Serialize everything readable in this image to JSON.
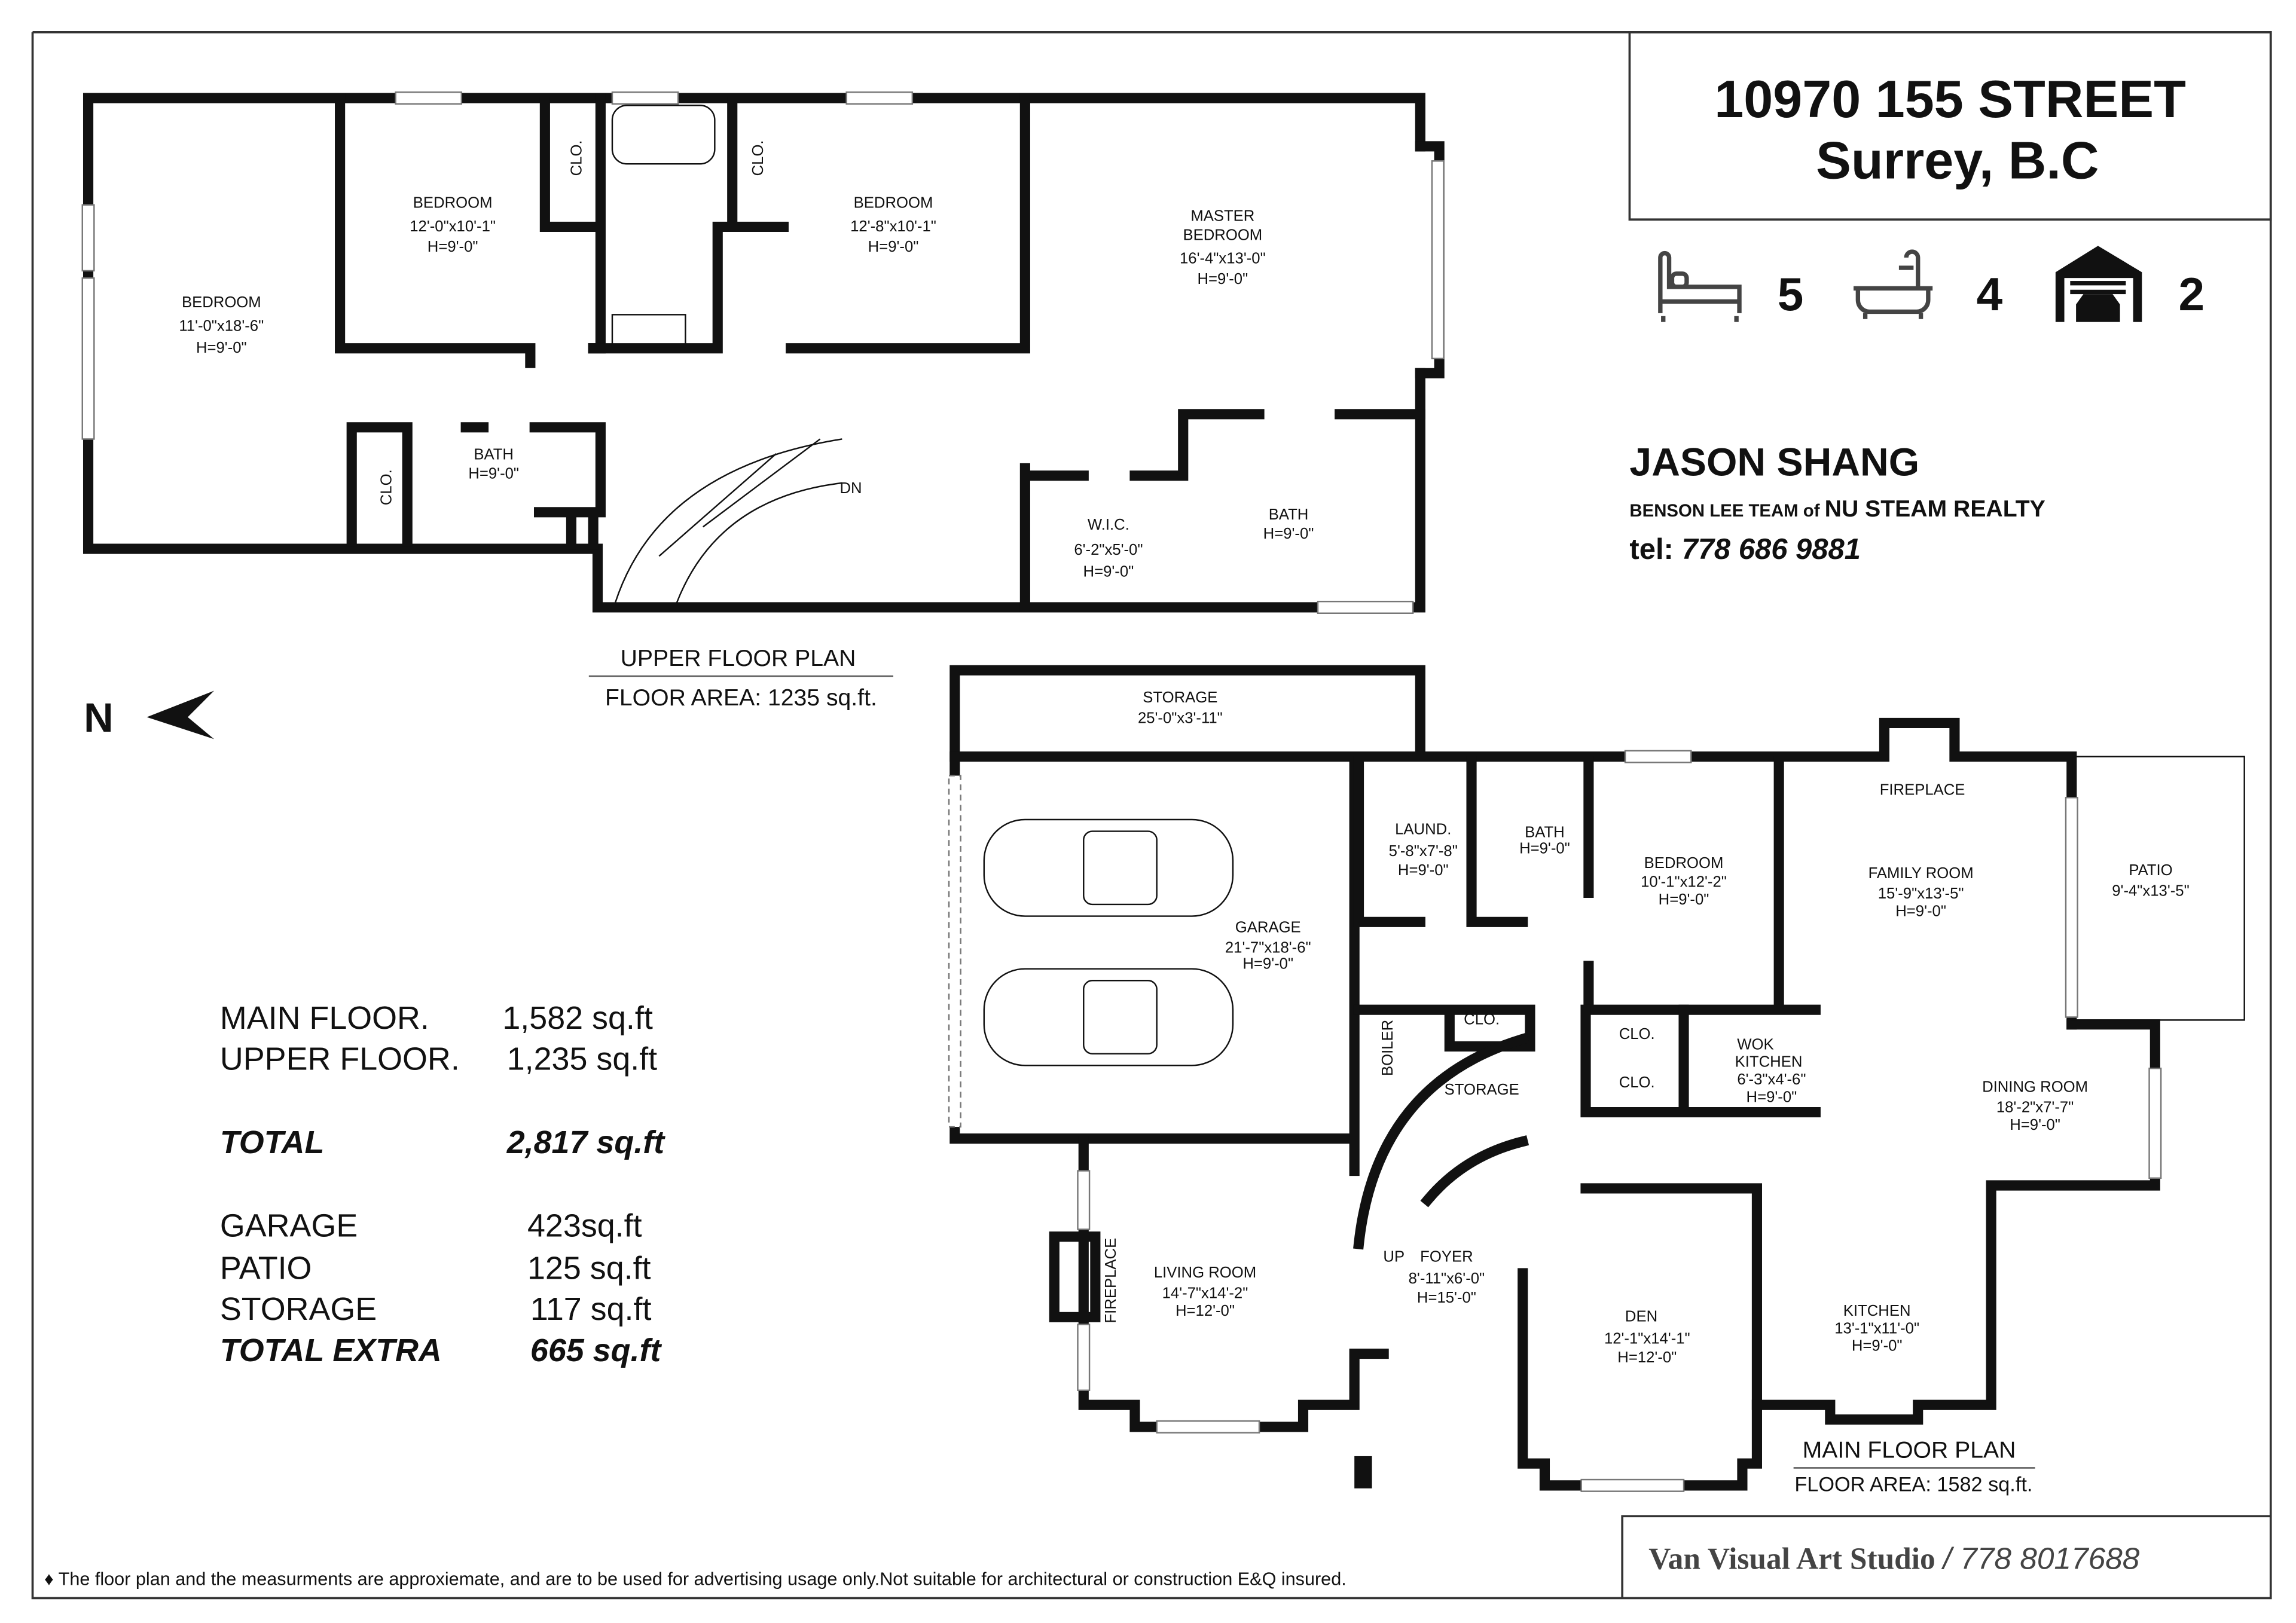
{
  "header": {
    "address_line1": "10970 155 STREET",
    "address_line2": "Surrey, B.C"
  },
  "features": [
    {
      "icon": "bed-icon",
      "count": "5"
    },
    {
      "icon": "bathtub-icon",
      "count": "4"
    },
    {
      "icon": "garage-icon",
      "count": "2"
    }
  ],
  "agent": {
    "name": "JASON SHANG",
    "team_prefix": "BENSON LEE TEAM of",
    "brokerage": "NU STEAM REALTY",
    "tel_label": "tel:",
    "tel": "778 686 9881"
  },
  "compass": {
    "label": "N"
  },
  "upper_floor": {
    "title": "UPPER FLOOR PLAN",
    "area": "FLOOR AREA: 1235 sq.ft.",
    "rooms": [
      {
        "name": "BEDROOM",
        "dims": "11'-0\"x18'-6\"",
        "height": "H=9'-0\""
      },
      {
        "name": "BEDROOM",
        "dims": "12'-0\"x10'-1\"",
        "height": "H=9'-0\""
      },
      {
        "name": "BEDROOM",
        "dims": "12'-8\"x10'-1\"",
        "height": "H=9'-0\""
      },
      {
        "name": "MASTER",
        "name2": "BEDROOM",
        "dims": "16'-4\"x13'-0\"",
        "height": "H=9'-0\""
      },
      {
        "name": "BATH",
        "height": "H=9'-0\""
      },
      {
        "name": "W.I.C.",
        "dims": "6'-2\"x5'-0\"",
        "height": "H=9'-0\""
      },
      {
        "name": "BATH",
        "height": "H=9'-0\""
      }
    ],
    "labels": {
      "clo": "CLO.",
      "dn": "DN"
    }
  },
  "main_floor": {
    "title": "MAIN FLOOR PLAN",
    "area": "FLOOR AREA: 1582 sq.ft.",
    "rooms": [
      {
        "name": "STORAGE",
        "dims": "25'-0\"x3'-11\""
      },
      {
        "name": "GARAGE",
        "dims": "21'-7\"x18'-6\"",
        "height": "H=9'-0\""
      },
      {
        "name": "LAUND.",
        "dims": "5'-8\"x7'-8\"",
        "height": "H=9'-0\""
      },
      {
        "name": "BATH",
        "height": "H=9'-0\""
      },
      {
        "name": "BEDROOM",
        "dims": "10'-1\"x12'-2\"",
        "height": "H=9'-0\""
      },
      {
        "name": "FAMILY ROOM",
        "dims": "15'-9\"x13'-5\"",
        "height": "H=9'-0\""
      },
      {
        "name": "PATIO",
        "dims": "9'-4\"x13'-5\""
      },
      {
        "name": "WOK",
        "name2": "KITCHEN",
        "dims": "6'-3\"x4'-6\"",
        "height": "H=9'-0\""
      },
      {
        "name": "DINING ROOM",
        "dims": "18'-2\"x7'-7\"",
        "height": "H=9'-0\""
      },
      {
        "name": "LIVING ROOM",
        "dims": "14'-7\"x14'-2\"",
        "height": "H=12'-0\""
      },
      {
        "name": "FOYER",
        "dims": "8'-11\"x6'-0\"",
        "height": "H=15'-0\""
      },
      {
        "name": "DEN",
        "dims": "12'-1\"x14'-1\"",
        "height": "H=12'-0\""
      },
      {
        "name": "KITCHEN",
        "dims": "13'-1\"x11'-0\"",
        "height": "H=9'-0\""
      }
    ],
    "labels": {
      "fireplace": "FIREPLACE",
      "boiler": "BOILER",
      "storage": "STORAGE",
      "clo": "CLO.",
      "up": "UP"
    }
  },
  "area_summary": [
    {
      "label": "MAIN FLOOR.",
      "value": "1,582 sq.ft",
      "emphasis": false
    },
    {
      "label": "UPPER FLOOR.",
      "value": "1,235 sq.ft",
      "emphasis": false
    },
    {
      "label": "TOTAL",
      "value": "2,817 sq.ft",
      "emphasis": true
    },
    {
      "label": "GARAGE",
      "value": "423sq.ft",
      "emphasis": false
    },
    {
      "label": "PATIO",
      "value": "125 sq.ft",
      "emphasis": false
    },
    {
      "label": "STORAGE",
      "value": "117 sq.ft",
      "emphasis": false
    },
    {
      "label": "TOTAL EXTRA",
      "value": "665 sq.ft",
      "emphasis": true
    }
  ],
  "footer": {
    "disclaimer": "♦ The floor plan and the measurments are approxiemate, and are to be used for advertising usage only.Not suitable for architectural or construction E&Q insured.",
    "studio": "Van Visual Art Studio",
    "studio_phone": "/ 778 8017688"
  }
}
